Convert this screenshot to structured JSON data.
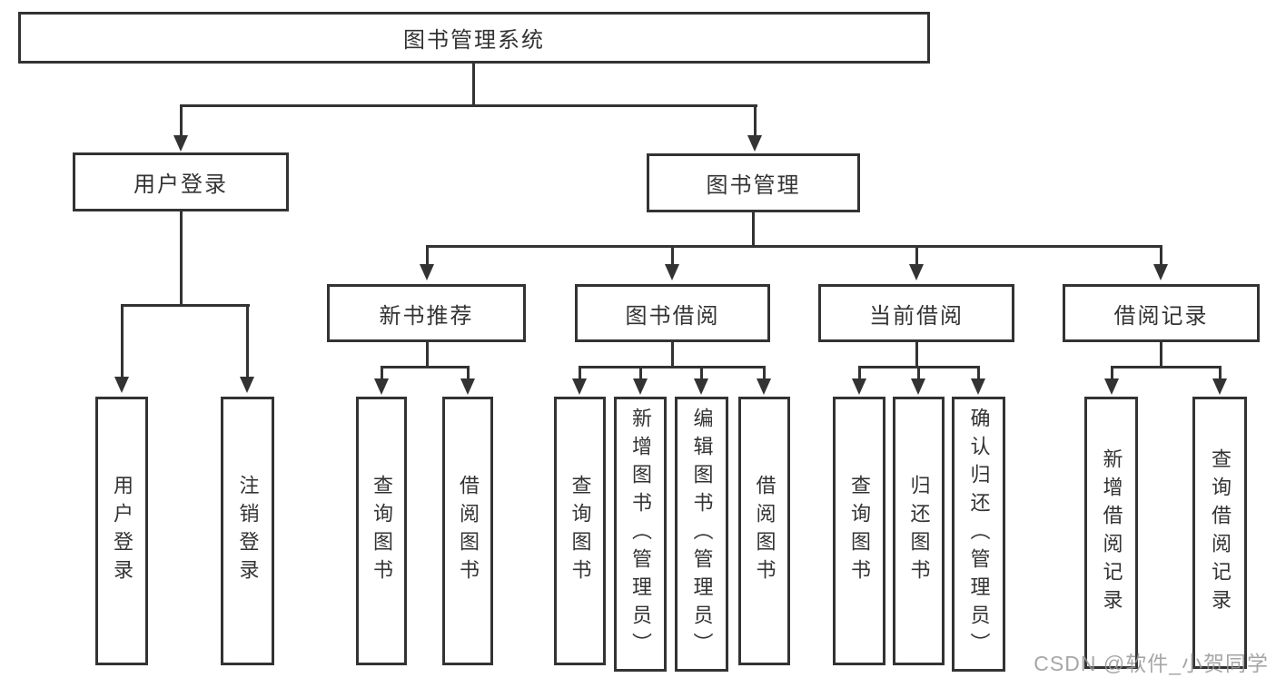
{
  "diagram": {
    "root": {
      "label": "图书管理系统"
    },
    "branches": [
      {
        "label": "用户登录",
        "children": [
          {
            "label": "用户登录"
          },
          {
            "label": "注销登录"
          }
        ]
      },
      {
        "label": "图书管理",
        "children": [
          {
            "label": "新书推荐",
            "children": [
              {
                "label": "查询图书"
              },
              {
                "label": "借阅图书"
              }
            ]
          },
          {
            "label": "图书借阅",
            "children": [
              {
                "label": "查询图书"
              },
              {
                "label": "新增图书（管理员）"
              },
              {
                "label": "编辑图书（管理员）"
              },
              {
                "label": "借阅图书"
              }
            ]
          },
          {
            "label": "当前借阅",
            "children": [
              {
                "label": "查询图书"
              },
              {
                "label": "归还图书"
              },
              {
                "label": "确认归还（管理员）"
              }
            ]
          },
          {
            "label": "借阅记录",
            "children": [
              {
                "label": "新增借阅记录"
              },
              {
                "label": "查询借阅记录"
              }
            ]
          }
        ]
      }
    ]
  },
  "watermark": "CSDN @软件_小贺同学",
  "colors": {
    "line": "#333333",
    "box_border": "#333333",
    "text": "#333333",
    "watermark": "#969696",
    "background": "#ffffff"
  }
}
